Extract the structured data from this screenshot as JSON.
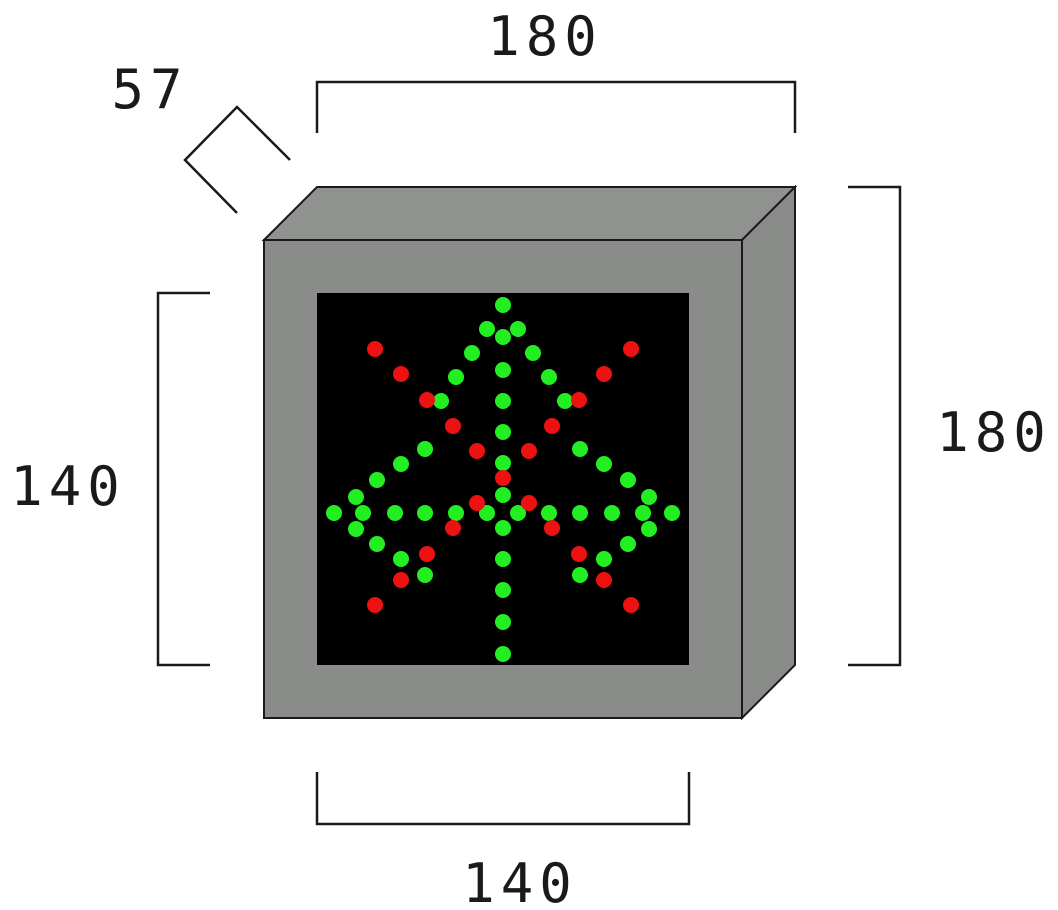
{
  "dimensions": {
    "top_width": "180",
    "depth": "57",
    "right_height": "180",
    "left_height": "140",
    "bottom_width": "140"
  },
  "colors": {
    "background": "#ffffff",
    "housing_front": "#8a8c8a",
    "housing_top": "#909290",
    "housing_side": "#898b89",
    "panel": "#000000",
    "led_green": "#22ee22",
    "led_red": "#ee1111",
    "line": "#1a1a1a"
  }
}
